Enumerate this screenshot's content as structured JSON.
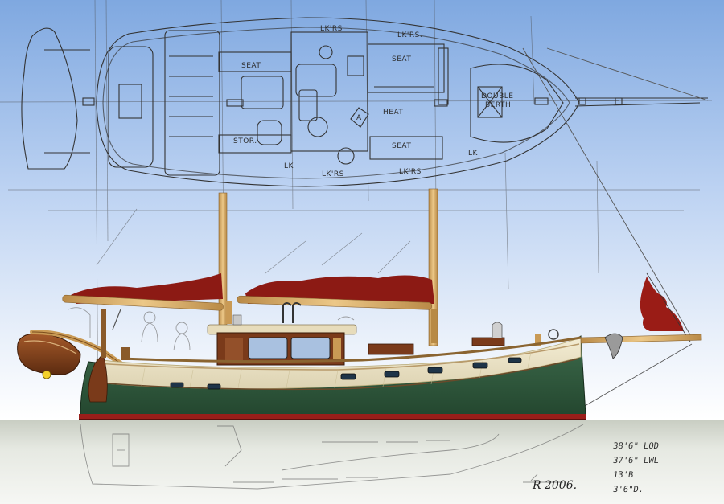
{
  "labels": {
    "lockers_top_left": "LK'RS",
    "lockers_top_right": "LK'RS.",
    "seat_port_aft": "SEAT",
    "seat_port_fwd": "SEAT",
    "double_berth_line1": "DOUBLE",
    "double_berth_line2": "BERTH",
    "heat": "HEAT",
    "heat_marker": "A",
    "stor": "STOR.",
    "seat_stbd_fwd": "SEAT",
    "locker_stbd_fwd": "LK",
    "locker_stbd_aft": "LK",
    "lockers_bottom_left": "LK'RS",
    "lockers_bottom_right": "LK'RS"
  },
  "specs": {
    "lod": "38'6\" LOD",
    "lwl": "37'6\" LWL",
    "beam": "13'B",
    "draft": "3'6\"D."
  },
  "signature": "R 2006.",
  "colors": {
    "sky_top": "#7fa8e0",
    "sky_mid": "#c5d8f4",
    "hull_green": "#2f5a3e",
    "topsides_cream": "#ede5c8",
    "sail_red": "#8c1a14",
    "boottop_red": "#9a1e1a",
    "spar_wood": "#d7ac6a",
    "cabin_wood": "#7a3a1a"
  }
}
